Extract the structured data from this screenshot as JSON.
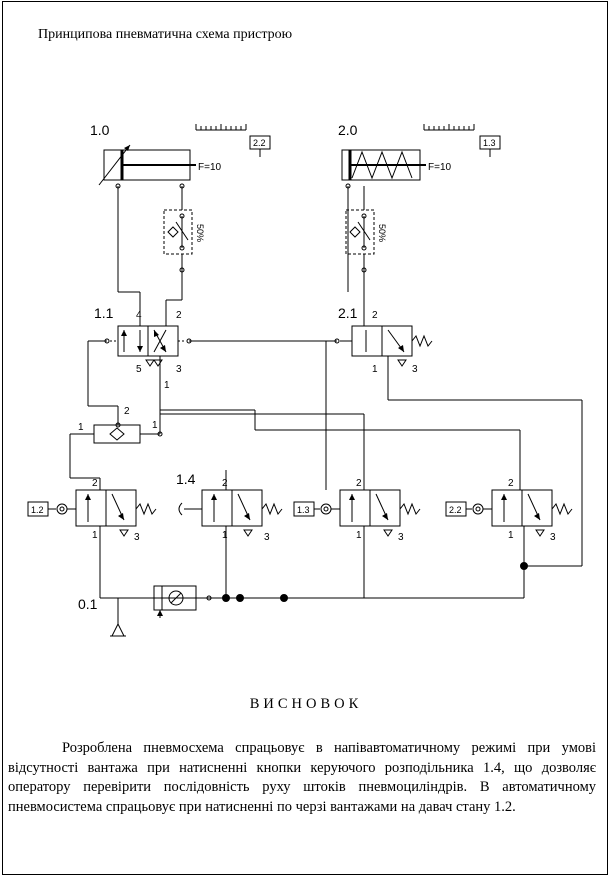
{
  "title": "Принципова пневматична схема пристрою",
  "diagram": {
    "labels": {
      "cyl1": "1.0",
      "cyl2": "2.0",
      "valve11": "1.1",
      "valve21": "2.1",
      "valve14": "1.4",
      "source": "0.1"
    },
    "force1": "F=10",
    "force2": "F=10",
    "scale1": "2.2",
    "scale2": "1.3",
    "throttle1": "50%",
    "throttle2": "50%",
    "sensor12": "1.2",
    "sensor13": "1.3",
    "sensor22": "2.2",
    "ports": {
      "p4": "4",
      "p2": "2",
      "p5": "5",
      "p3": "3",
      "p1": "1"
    }
  },
  "heading": "ВИСНОВОК",
  "paragraph": "Розроблена пневмосхема спрацьовує в напівавтоматичному режимі при умові відсутності вантажа при натисненні кнопки керуючого розподільника 1.4, що дозволяє оператору перевірити послідовність руху штоків пневмоциліндрів. В автоматичному пневмосистема спрацьовує при натисненні по черзі вантажами на давач стану 1.2."
}
